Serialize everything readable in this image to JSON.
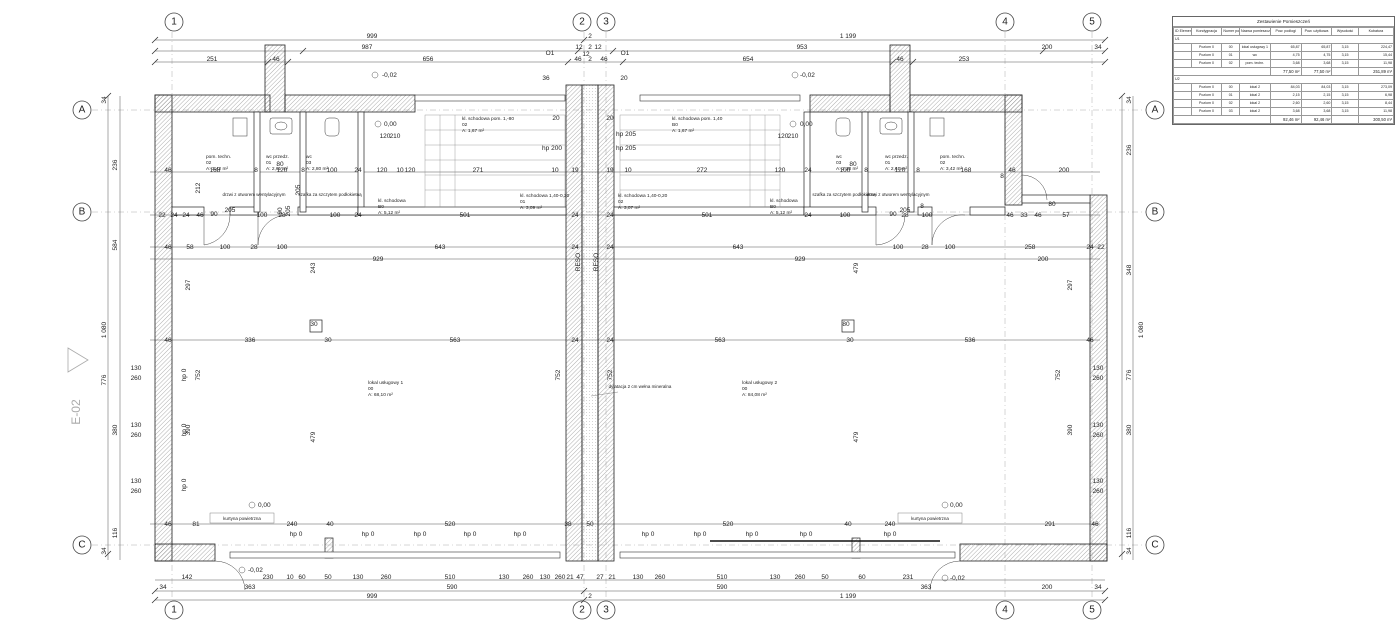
{
  "axes_vertical": [
    {
      "id": "1",
      "label": "1"
    },
    {
      "id": "2",
      "label": "2"
    },
    {
      "id": "3",
      "label": "3"
    },
    {
      "id": "4",
      "label": "4"
    },
    {
      "id": "5",
      "label": "5"
    }
  ],
  "axes_horizontal": [
    {
      "id": "A",
      "label": "A"
    },
    {
      "id": "B",
      "label": "B"
    },
    {
      "id": "C",
      "label": "C"
    }
  ],
  "section_mark": "E-02",
  "dims_top": {
    "total_left": "999",
    "total_right": "1 199",
    "mid": "2",
    "row2": [
      "987",
      "12",
      "2",
      "12",
      "953",
      "200",
      "34"
    ],
    "row3": [
      "251",
      "46",
      "656",
      "46",
      "2",
      "46",
      "654",
      "46",
      "253"
    ],
    "o1_left": "O1",
    "o1_right": "O1"
  },
  "dims_bottom": {
    "row1": [
      "142",
      "230",
      "10",
      "60",
      "50",
      "130",
      "260",
      "510",
      "130",
      "260",
      "130",
      "260",
      "21",
      "47",
      "27",
      "21",
      "130",
      "260",
      "510",
      "130",
      "260",
      "50",
      "60",
      "231",
      "363",
      "200"
    ],
    "row2": [
      "34",
      "363",
      "590",
      "590",
      "34"
    ],
    "total_left": "999",
    "total_right": "1 199",
    "mid": "2"
  },
  "dims_left": {
    "total": "1 080",
    "a": "236",
    "b": "584",
    "c": "776",
    "d": "380",
    "e": "116",
    "f": "34",
    "g": "34",
    "w1": "130",
    "w2": "260",
    "w3": "130",
    "w4": "260",
    "w5": "130",
    "w6": "260"
  },
  "dims_right": {
    "total": "1 080",
    "a": "236",
    "b": "348",
    "c": "776",
    "d": "380",
    "e": "116",
    "f": "34",
    "g": "34",
    "w1": "130",
    "w2": "260",
    "w3": "130",
    "w4": "260",
    "w5": "130",
    "w6": "260"
  },
  "interior_dims": {
    "r1": [
      "46",
      "168",
      "8",
      "120",
      "8",
      "100",
      "24",
      "120",
      "10",
      "120",
      "271",
      "10",
      "19",
      "19",
      "10",
      "272",
      "120",
      "24",
      "100",
      "8",
      "120",
      "8",
      "168",
      "46",
      "200"
    ],
    "r2": [
      "22",
      "24",
      "24",
      "46",
      "100",
      "28",
      "100",
      "24",
      "501",
      "24",
      "24",
      "501",
      "24",
      "100",
      "28",
      "100",
      "46",
      "33",
      "46",
      "57"
    ],
    "r3": [
      "46",
      "58",
      "100",
      "28",
      "100",
      "643",
      "24",
      "24",
      "643",
      "100",
      "28",
      "100",
      "258",
      "24",
      "22"
    ],
    "r4": [
      "929",
      "929",
      "200"
    ],
    "r5": [
      "46",
      "336",
      "30",
      "563",
      "24",
      "24",
      "563",
      "30",
      "536",
      "46"
    ],
    "r6": [
      "46",
      "81",
      "240",
      "40",
      "520",
      "38",
      "50",
      "520",
      "40",
      "240",
      "291",
      "46"
    ],
    "vert": [
      "212",
      "205",
      "243",
      "297",
      "752",
      "479",
      "752",
      "479",
      "752",
      "479",
      "752",
      "390",
      "390",
      "90",
      "205",
      "297"
    ],
    "hp": [
      "hp 0",
      "hp 0",
      "hp 0",
      "hp 0",
      "hp 0",
      "hp 0",
      "hp 0",
      "hp 0",
      "hp 0",
      "hp 0",
      "hp 0",
      "hp 0",
      "hp 0"
    ],
    "levels": [
      "-0,02",
      "-0,02",
      "0,00",
      "0,00",
      "0,00",
      "0,00",
      "-0,02",
      "-0,02"
    ],
    "hp_stairs": [
      "hp 200",
      "hp 205",
      "hp 205"
    ],
    "reso": [
      "RESO",
      "RESO"
    ],
    "small": [
      "80",
      "30",
      "90",
      "205",
      "120",
      "210",
      "80",
      "120",
      "210",
      "80",
      "205",
      "90",
      "80",
      "20",
      "20",
      "36",
      "20",
      "12",
      "8",
      "8"
    ]
  },
  "rooms": [
    {
      "name": "pom. techn.",
      "no": "02",
      "area": "A: 3,42 m²"
    },
    {
      "name": "wc przedz.",
      "no": "01",
      "area": "A: 2,61 m²"
    },
    {
      "name": "wc",
      "no": "03",
      "area": "A: 2,80 m²"
    },
    {
      "name": "kl. schodowa pom. 1,-80",
      "no": "02",
      "area": "A: 1,67 m²"
    },
    {
      "name": "kl. schodowa",
      "no": "B0",
      "area": "A: 5,12 m²"
    },
    {
      "name": "kl. schodowa 1,40-0,20",
      "no": "01",
      "area": "A: 3,09 m²"
    },
    {
      "name": "kl. schodowa 1,40-0,20",
      "no": "02",
      "area": "A: 3,07 m²"
    },
    {
      "name": "kl. schodowa pom. 1,40",
      "no": "B0",
      "area": "A: 1,67 m²"
    },
    {
      "name": "kl. schodowa",
      "no": "B0",
      "area": "A: 5,12 m²"
    },
    {
      "name": "wc",
      "no": "03",
      "area": "A: 2,30 m²"
    },
    {
      "name": "wc przedz.",
      "no": "01",
      "area": "A: 2,61 m²"
    },
    {
      "name": "pom. techn.",
      "no": "02",
      "area": "A: 3,42 m²"
    },
    {
      "name": "lokal usługowy 1",
      "no": "00",
      "area": "A: 68,10 m²"
    },
    {
      "name": "lokal usługowy 2",
      "no": "00",
      "area": "A: 84,08 m²"
    }
  ],
  "notes": [
    "drzwi z otworem wentylacyjnym",
    "szafka za szczytem podłokietną",
    "drzwi z otworem wentylacyjnym",
    "szafka za szczytem podłokietną",
    "dylatacja 2 cm wełna mineralna",
    "kurtyna powietrzna",
    "kurtyna powietrzna"
  ],
  "schedule": {
    "title": "Zestawienie Pomieszczeń",
    "headers": [
      "ID Elementu",
      "Kondygnacja",
      "Numer pom.",
      "Nazwa pomieszczenia",
      "Pow. podłogi",
      "Pow. użytkowa",
      "Wysokość",
      "Kubatura"
    ],
    "groups": [
      {
        "id": "U1",
        "rows": [
          [
            "Poziom 0",
            "00",
            "lokal usługowy 1",
            "65,87",
            "65,87",
            "3,15",
            "224,47"
          ],
          [
            "Poziom 0",
            "01",
            "wc",
            "4,75",
            "4,75",
            "3,15",
            "15,44"
          ],
          [
            "Poziom 0",
            "02",
            "pom. techn.",
            "3,68",
            "3,68",
            "3,15",
            "11,98"
          ]
        ],
        "sum": [
          "77,50 m²",
          "77,50 m²",
          "251,89 m³"
        ]
      },
      {
        "id": "U2",
        "rows": [
          [
            "Poziom 0",
            "00",
            "lokal 2",
            "84,03",
            "84,03",
            "3,15",
            "273,09"
          ],
          [
            "Poziom 0",
            "01",
            "lokal 2",
            "2,15",
            "2,15",
            "3,15",
            "6,98"
          ],
          [
            "Poziom 0",
            "02",
            "lokal 2",
            "2,60",
            "2,60",
            "3,15",
            "8,44"
          ],
          [
            "Poziom 0",
            "03",
            "lokal 2",
            "3,68",
            "3,68",
            "3,15",
            "11,98"
          ]
        ],
        "sum": [
          "92,46 m²",
          "92,46 m²",
          "300,50 m³"
        ]
      }
    ]
  }
}
